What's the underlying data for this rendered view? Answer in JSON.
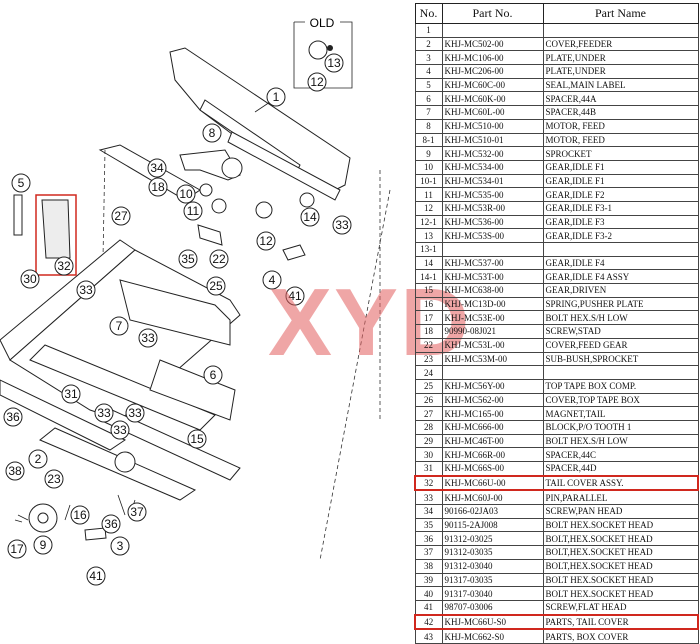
{
  "diagram": {
    "old_label": "OLD",
    "callouts": [
      "1",
      "2",
      "3",
      "5",
      "6",
      "7",
      "8",
      "9",
      "10",
      "11",
      "12",
      "12",
      "13",
      "14",
      "15",
      "16",
      "17",
      "18",
      "22",
      "23",
      "25",
      "27",
      "30",
      "31",
      "32",
      "33",
      "33",
      "33",
      "33",
      "33",
      "33",
      "34",
      "35",
      "36",
      "36",
      "37",
      "38",
      "41",
      "41",
      "4"
    ]
  },
  "watermark": "XYD",
  "table": {
    "headers": [
      "No.",
      "Part No.",
      "Part Name"
    ],
    "rows": [
      {
        "no": "1",
        "part_no": "",
        "name": ""
      },
      {
        "no": "2",
        "part_no": "KHJ-MC502-00",
        "name": "COVER,FEEDER"
      },
      {
        "no": "3",
        "part_no": "KHJ-MC106-00",
        "name": "PLATE,UNDER"
      },
      {
        "no": "4",
        "part_no": "KHJ-MC206-00",
        "name": "PLATE,UNDER"
      },
      {
        "no": "5",
        "part_no": "KHJ-MC60C-00",
        "name": "SEAL,MAIN LABEL"
      },
      {
        "no": "6",
        "part_no": "KHJ-MC60K-00",
        "name": "SPACER,44A"
      },
      {
        "no": "7",
        "part_no": "KHJ-MC60L-00",
        "name": "SPACER,44B"
      },
      {
        "no": "8",
        "part_no": "KHJ-MC510-00",
        "name": "MOTOR, FEED"
      },
      {
        "no": "8-1",
        "part_no": "KHJ-MC510-01",
        "name": "MOTOR, FEED"
      },
      {
        "no": "9",
        "part_no": "KHJ-MC532-00",
        "name": "SPROCKET"
      },
      {
        "no": "10",
        "part_no": "KHJ-MC534-00",
        "name": "GEAR,IDLE F1"
      },
      {
        "no": "10-1",
        "part_no": "KHJ-MC534-01",
        "name": "GEAR,IDLE F1"
      },
      {
        "no": "11",
        "part_no": "KHJ-MC535-00",
        "name": "GEAR,IDLE F2"
      },
      {
        "no": "12",
        "part_no": "KHJ-MC53R-00",
        "name": "GEAR,IDLE F3-1"
      },
      {
        "no": "12-1",
        "part_no": "KHJ-MC536-00",
        "name": "GEAR,IDLE F3"
      },
      {
        "no": "13",
        "part_no": "KHJ-MC53S-00",
        "name": "GEAR,IDLE F3-2"
      },
      {
        "no": "13-1",
        "part_no": "",
        "name": ""
      },
      {
        "no": "14",
        "part_no": "KHJ-MC537-00",
        "name": "GEAR,IDLE F4"
      },
      {
        "no": "14-1",
        "part_no": "KHJ-MC53T-00",
        "name": "GEAR,IDLE F4 ASSY"
      },
      {
        "no": "15",
        "part_no": "KHJ-MC638-00",
        "name": "GEAR,DRIVEN"
      },
      {
        "no": "16",
        "part_no": "KHJ-MC13D-00",
        "name": "SPRING,PUSHER PLATE"
      },
      {
        "no": "17",
        "part_no": "KHJ-MC53E-00",
        "name": "BOLT HEX.S/H LOW"
      },
      {
        "no": "18",
        "part_no": "90990-08J021",
        "name": "SCREW,STAD"
      },
      {
        "no": "22",
        "part_no": "KHJ-MC53L-00",
        "name": "COVER,FEED GEAR"
      },
      {
        "no": "23",
        "part_no": "KHJ-MC53M-00",
        "name": "SUB-BUSH,SPROCKET"
      },
      {
        "no": "24",
        "part_no": "",
        "name": ""
      },
      {
        "no": "25",
        "part_no": "KHJ-MC56Y-00",
        "name": "TOP TAPE BOX COMP."
      },
      {
        "no": "26",
        "part_no": "KHJ-MC562-00",
        "name": "COVER,TOP TAPE BOX"
      },
      {
        "no": "27",
        "part_no": "KHJ-MC165-00",
        "name": "MAGNET,TAIL"
      },
      {
        "no": "28",
        "part_no": "KHJ-MC666-00",
        "name": "BLOCK,P/O TOOTH 1"
      },
      {
        "no": "29",
        "part_no": "KHJ-MC46T-00",
        "name": "BOLT HEX.S/H LOW"
      },
      {
        "no": "30",
        "part_no": "KHJ-MC66R-00",
        "name": "SPACER,44C"
      },
      {
        "no": "31",
        "part_no": "KHJ-MC66S-00",
        "name": "SPACER,44D"
      },
      {
        "no": "32",
        "part_no": "KHJ-MC66U-00",
        "name": "TAIL COVER ASSY.",
        "hl": true
      },
      {
        "no": "33",
        "part_no": "KHJ-MC60J-00",
        "name": "PIN,PARALLEL"
      },
      {
        "no": "34",
        "part_no": "90166-02JA03",
        "name": "SCREW,PAN HEAD"
      },
      {
        "no": "35",
        "part_no": "90115-2AJ008",
        "name": "BOLT HEX.SOCKET HEAD"
      },
      {
        "no": "36",
        "part_no": "91312-03025",
        "name": "BOLT,HEX.SOCKET HEAD"
      },
      {
        "no": "37",
        "part_no": "91312-03035",
        "name": "BOLT,HEX.SOCKET HEAD"
      },
      {
        "no": "38",
        "part_no": "91312-03040",
        "name": "BOLT,HEX.SOCKET HEAD"
      },
      {
        "no": "39",
        "part_no": "91317-03035",
        "name": "BOLT HEX.SOCKET HEAD"
      },
      {
        "no": "40",
        "part_no": "91317-03040",
        "name": "BOLT HEX.SOCKET HEAD"
      },
      {
        "no": "41",
        "part_no": "98707-03006",
        "name": "SCREW,FLAT HEAD"
      },
      {
        "no": "42",
        "part_no": "KHJ-MC66U-S0",
        "name": "PARTS, TAIL COVER",
        "hl": true
      },
      {
        "no": "43",
        "part_no": "KHJ-MC662-S0",
        "name": "PARTS, BOX COVER"
      }
    ]
  },
  "colors": {
    "highlight": "#d0281e",
    "watermark": "#e25c5c"
  }
}
